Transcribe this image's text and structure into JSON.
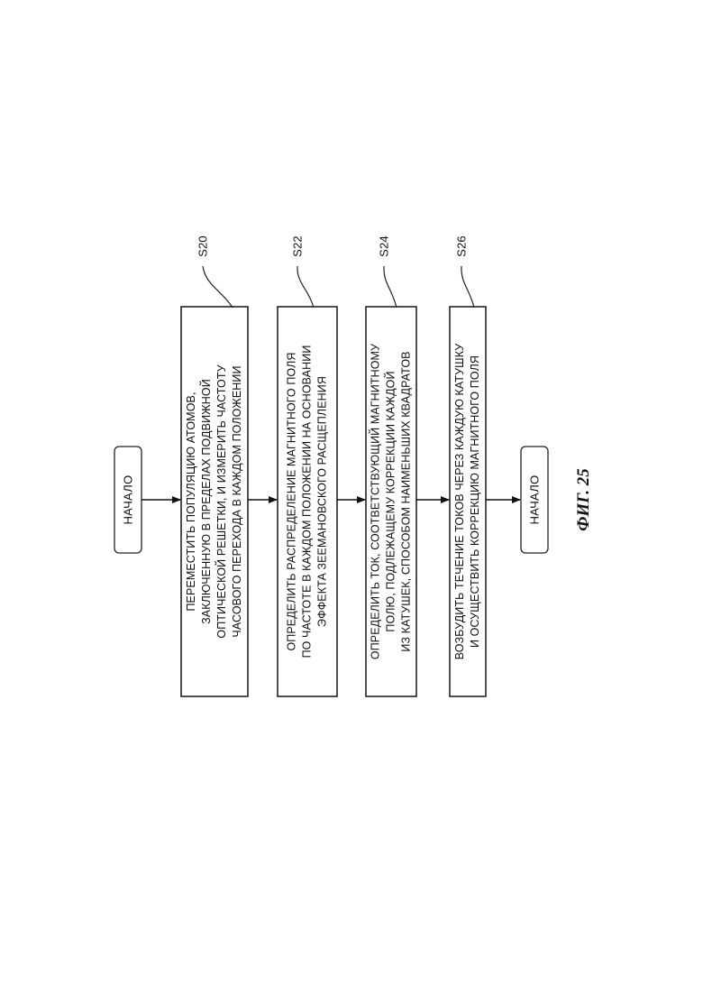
{
  "diagram": {
    "start": {
      "label": "НАЧАЛО"
    },
    "end": {
      "label": "НАЧАЛО"
    },
    "steps": [
      {
        "id": "S20",
        "lines": [
          "ПЕРЕМЕСТИТЬ ПОПУЛЯЦИЮ АТОМОВ,",
          "ЗАКЛЮЧЕННУЮ В ПРЕДЕЛАХ ПОДВИЖНОЙ",
          "ОПТИЧЕСКОЙ РЕШЕТКИ, И ИЗМЕРИТЬ ЧАСТОТУ",
          "ЧАСОВОГО ПЕРЕХОДА В КАЖДОМ ПОЛОЖЕНИИ"
        ]
      },
      {
        "id": "S22",
        "lines": [
          "ОПРЕДЕЛИТЬ РАСПРЕДЕЛЕНИЕ МАГНИТНОГО ПОЛЯ",
          "ПО ЧАСТОТЕ В КАЖДОМ ПОЛОЖЕНИИ НА ОСНОВАНИИ",
          "ЭФФЕКТА ЗЕЕМАНОВСКОГО РАСЩЕПЛЕНИЯ"
        ]
      },
      {
        "id": "S24",
        "lines": [
          "ОПРЕДЕЛИТЬ ТОК, СООТВЕТСТВУЮЩИЙ МАГНИТНОМУ",
          "ПОЛЮ, ПОДЛЕЖАЩЕМУ КОРРЕКЦИИ КАЖДОЙ",
          "ИЗ КАТУШЕК, СПОСОБОМ НАИМЕНЬШИХ КВАДРАТОВ"
        ]
      },
      {
        "id": "S26",
        "lines": [
          "ВОЗБУДИТЬ ТЕЧЕНИЕ ТОКОВ ЧЕРЕЗ КАЖДУЮ КАТУШКУ",
          "И ОСУЩЕСТВИТЬ КОРРЕКЦИЮ МАГНИТНОГО ПОЛЯ"
        ]
      }
    ]
  },
  "figure_caption": "ФИГ. 25"
}
